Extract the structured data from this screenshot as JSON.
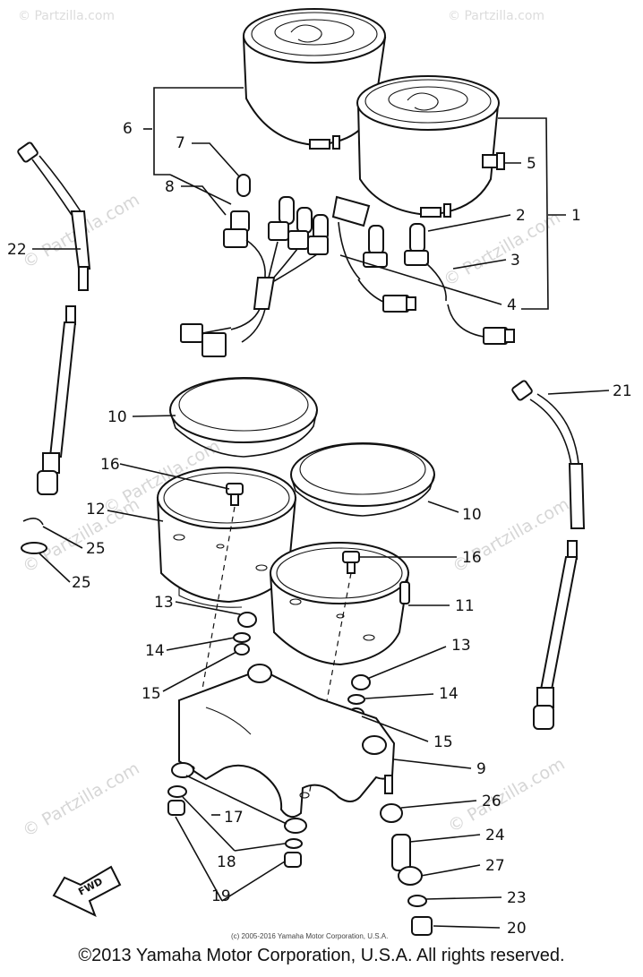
{
  "callouts": [
    {
      "id": "1",
      "text": "1"
    },
    {
      "id": "2",
      "text": "2"
    },
    {
      "id": "3",
      "text": "3"
    },
    {
      "id": "4",
      "text": "4"
    },
    {
      "id": "5",
      "text": "5"
    },
    {
      "id": "6",
      "text": "6"
    },
    {
      "id": "7",
      "text": "7"
    },
    {
      "id": "8",
      "text": "8"
    },
    {
      "id": "9",
      "text": "9"
    },
    {
      "id": "10a",
      "text": "10"
    },
    {
      "id": "10b",
      "text": "10"
    },
    {
      "id": "11",
      "text": "11"
    },
    {
      "id": "12",
      "text": "12"
    },
    {
      "id": "13a",
      "text": "13"
    },
    {
      "id": "13b",
      "text": "13"
    },
    {
      "id": "14a",
      "text": "14"
    },
    {
      "id": "14b",
      "text": "14"
    },
    {
      "id": "15a",
      "text": "15"
    },
    {
      "id": "15b",
      "text": "15"
    },
    {
      "id": "16a",
      "text": "16"
    },
    {
      "id": "16b",
      "text": "16"
    },
    {
      "id": "17",
      "text": "17"
    },
    {
      "id": "18",
      "text": "18"
    },
    {
      "id": "19",
      "text": "19"
    },
    {
      "id": "20",
      "text": "20"
    },
    {
      "id": "21",
      "text": "21"
    },
    {
      "id": "22",
      "text": "22"
    },
    {
      "id": "23",
      "text": "23"
    },
    {
      "id": "24",
      "text": "24"
    },
    {
      "id": "25a",
      "text": "25"
    },
    {
      "id": "25b",
      "text": "25"
    },
    {
      "id": "26",
      "text": "26"
    },
    {
      "id": "27",
      "text": "27"
    }
  ],
  "watermark": "© Partzilla.com",
  "fwd_arrow_label": "FWD",
  "small_copyright": "(c) 2005-2016 Yamaha Motor Corporation, U.S.A.",
  "footer_copyright": "©2013 Yamaha Motor Corporation, U.S.A. All rights reserved."
}
